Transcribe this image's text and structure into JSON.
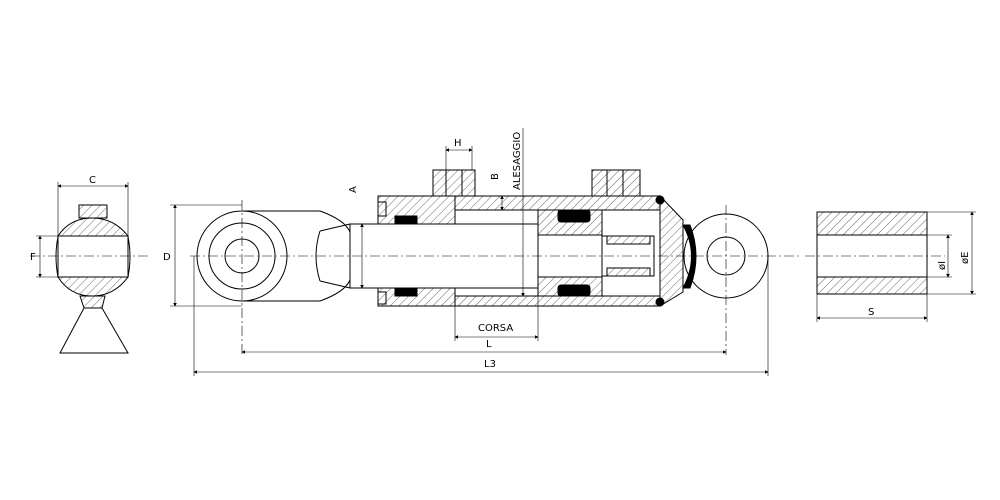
{
  "drawing": {
    "labels": {
      "C": "C",
      "F": "F",
      "D": "D",
      "A": "A",
      "H": "H",
      "B": "B",
      "alesaggio": "ALESAGGIO",
      "corsa": "CORSA",
      "L": "L",
      "L3": "L3",
      "I": "øI",
      "E": "øE",
      "S": "S"
    }
  }
}
